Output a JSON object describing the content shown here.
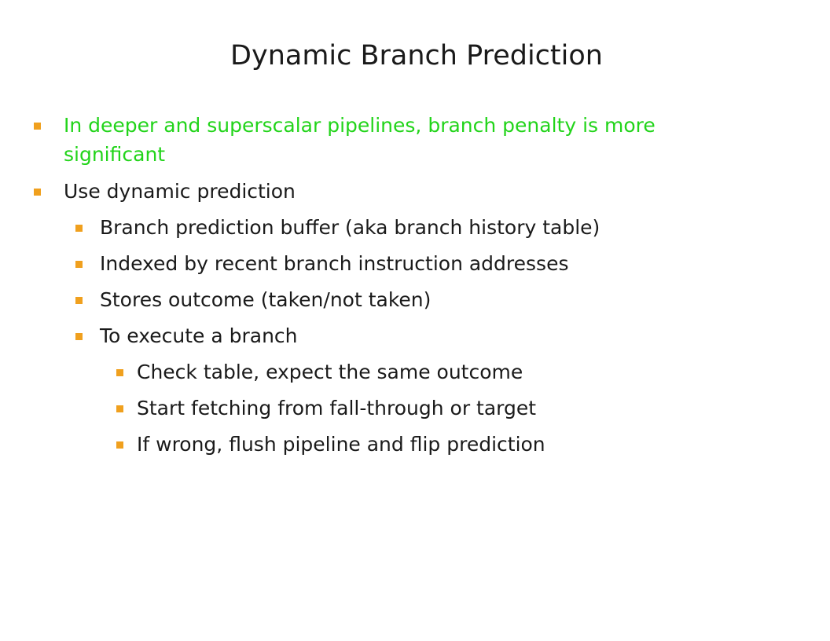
{
  "slide": {
    "title": "Dynamic Branch Prediction",
    "accent_color": "#22d41a",
    "bullet_color": "#f0a01e",
    "bullets": [
      {
        "level": 1,
        "lines": [
          "In deeper and superscalar pipelines, branch penalty is more",
          "significant"
        ],
        "highlighted": true
      },
      {
        "level": 1,
        "text": "Use dynamic prediction"
      },
      {
        "level": 2,
        "text": "Branch prediction buffer (aka branch history table)"
      },
      {
        "level": 2,
        "text": "Indexed by recent branch instruction addresses"
      },
      {
        "level": 2,
        "text": "Stores outcome (taken/not taken)"
      },
      {
        "level": 2,
        "text": "To execute a branch"
      },
      {
        "level": 3,
        "text": "Check table, expect the same outcome"
      },
      {
        "level": 3,
        "text": "Start fetching from fall-through or target"
      },
      {
        "level": 3,
        "text": "If wrong, flush pipeline and flip prediction"
      }
    ]
  }
}
